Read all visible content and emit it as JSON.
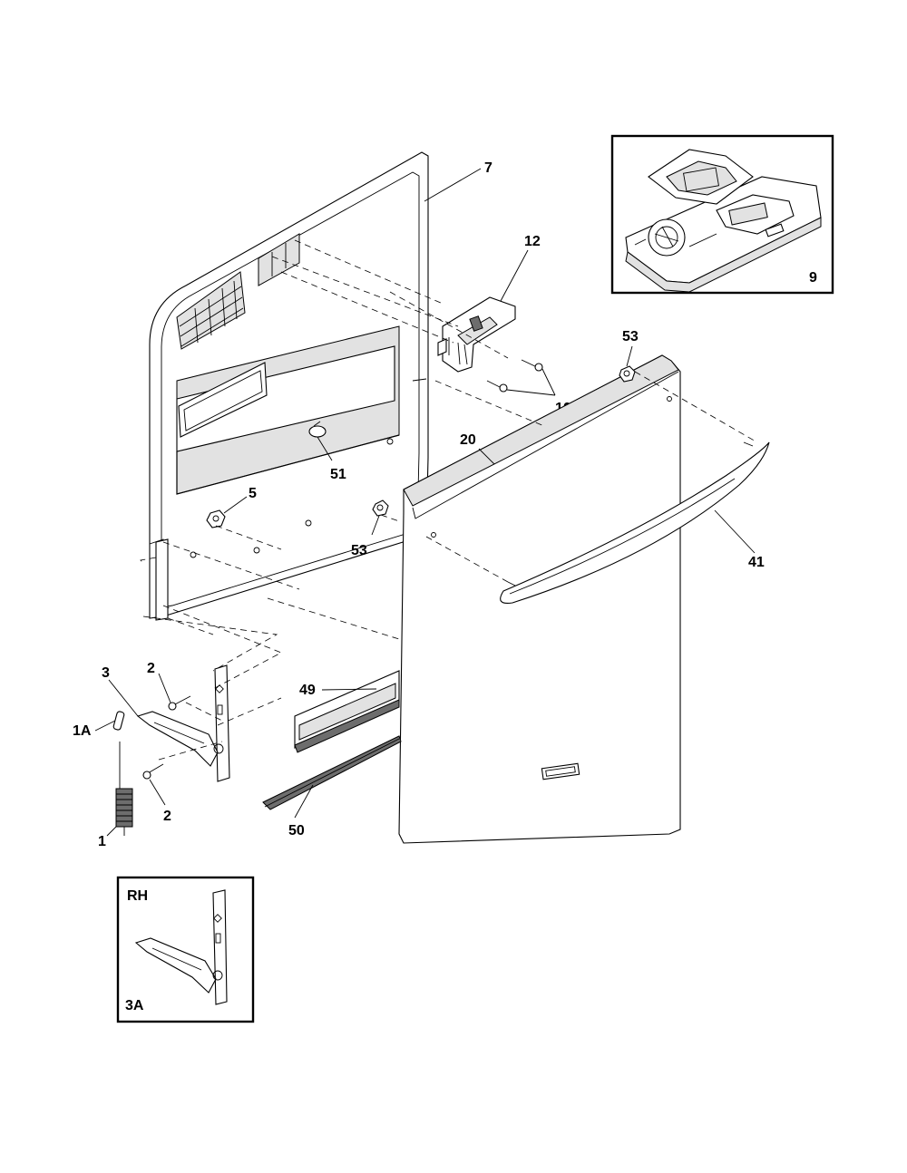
{
  "labels": {
    "door_liner": "7",
    "detergent_dispenser": "9",
    "latch": "12",
    "screws_latch": "10",
    "nut_top": "53",
    "nut_left": "53",
    "outer_panel": "20",
    "handle": "41",
    "vent_knob": "51",
    "nut_liner": "5",
    "hinge_arm": "3",
    "screw_top": "2",
    "screw_bottom": "2",
    "link": "1A",
    "spring": "1",
    "trim_strip": "49",
    "bottom_seal": "50",
    "inset_rh": "RH",
    "inset_part": "3A"
  }
}
